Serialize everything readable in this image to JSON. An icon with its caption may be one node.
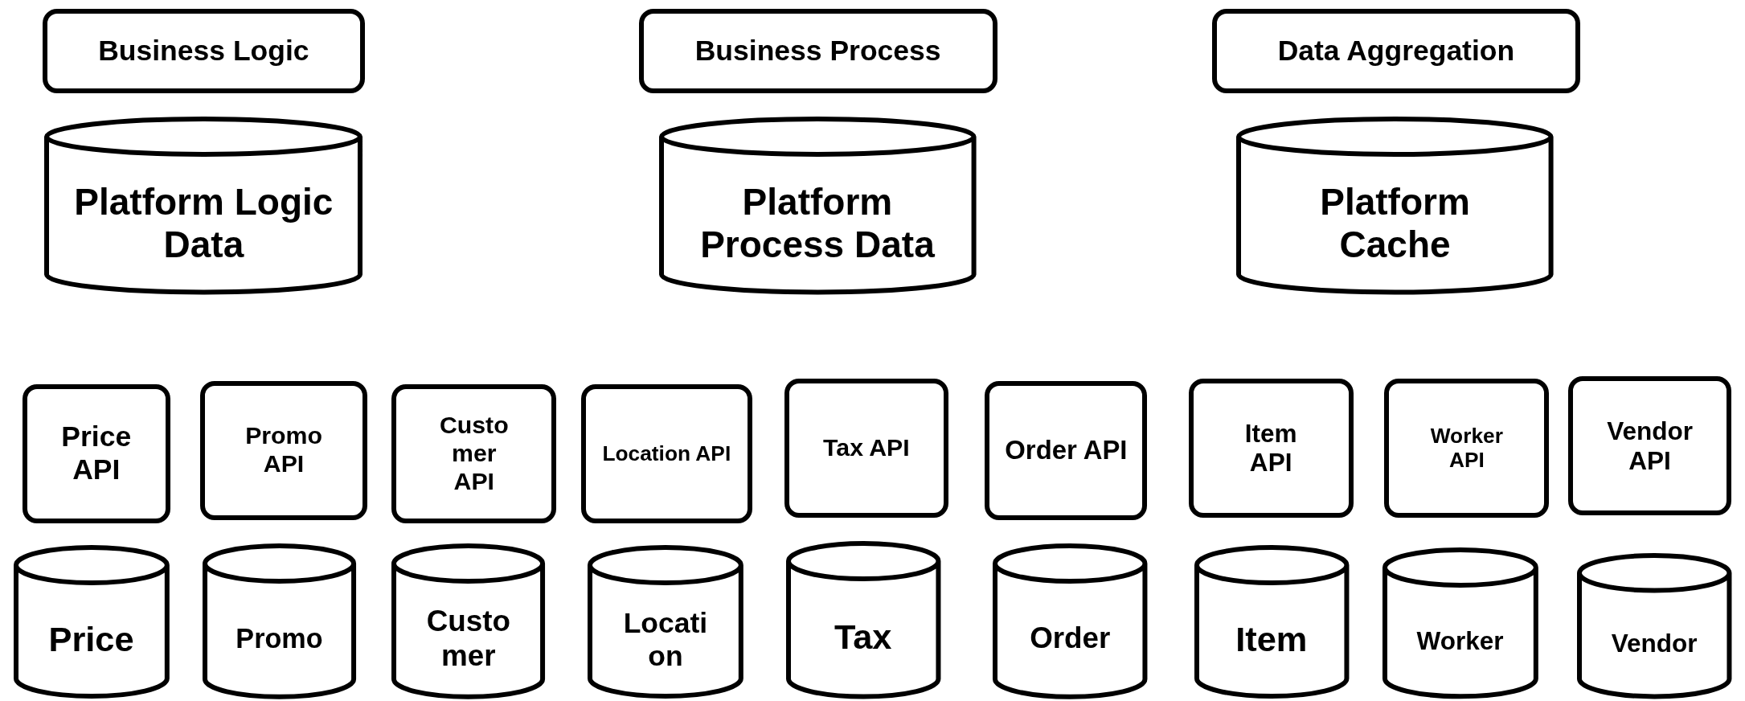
{
  "diagram": {
    "nodes": [
      {
        "text": [
          "Business Logic"
        ]
      },
      {
        "text": [
          "Business Process"
        ]
      },
      {
        "text": [
          "Data Aggregation"
        ]
      },
      {
        "text": [
          "Platform Logic Data"
        ]
      },
      {
        "text": [
          "Platform Process Data"
        ]
      },
      {
        "text": [
          "Platform Cache"
        ]
      },
      {
        "text": [
          "Price API"
        ]
      },
      {
        "text": [
          "Promo API"
        ]
      },
      {
        "text": [
          "Custo mer API"
        ]
      },
      {
        "text": [
          "Location API"
        ]
      },
      {
        "text": [
          "Tax API"
        ]
      },
      {
        "text": [
          "Order API"
        ]
      },
      {
        "text": [
          "Item API"
        ]
      },
      {
        "text": [
          "Worker API"
        ]
      },
      {
        "text": [
          "Vendor API"
        ]
      },
      {
        "text": [
          "Price"
        ]
      },
      {
        "text": [
          "Promo"
        ]
      },
      {
        "text": [
          "Custo mer"
        ]
      },
      {
        "text": [
          "Locati on"
        ]
      },
      {
        "text": [
          "Tax"
        ]
      },
      {
        "text": [
          "Order"
        ]
      },
      {
        "text": [
          "Item"
        ]
      },
      {
        "text": [
          "Worker"
        ]
      },
      {
        "text": [
          "Vendor"
        ]
      }
    ],
    "edges": []
  }
}
